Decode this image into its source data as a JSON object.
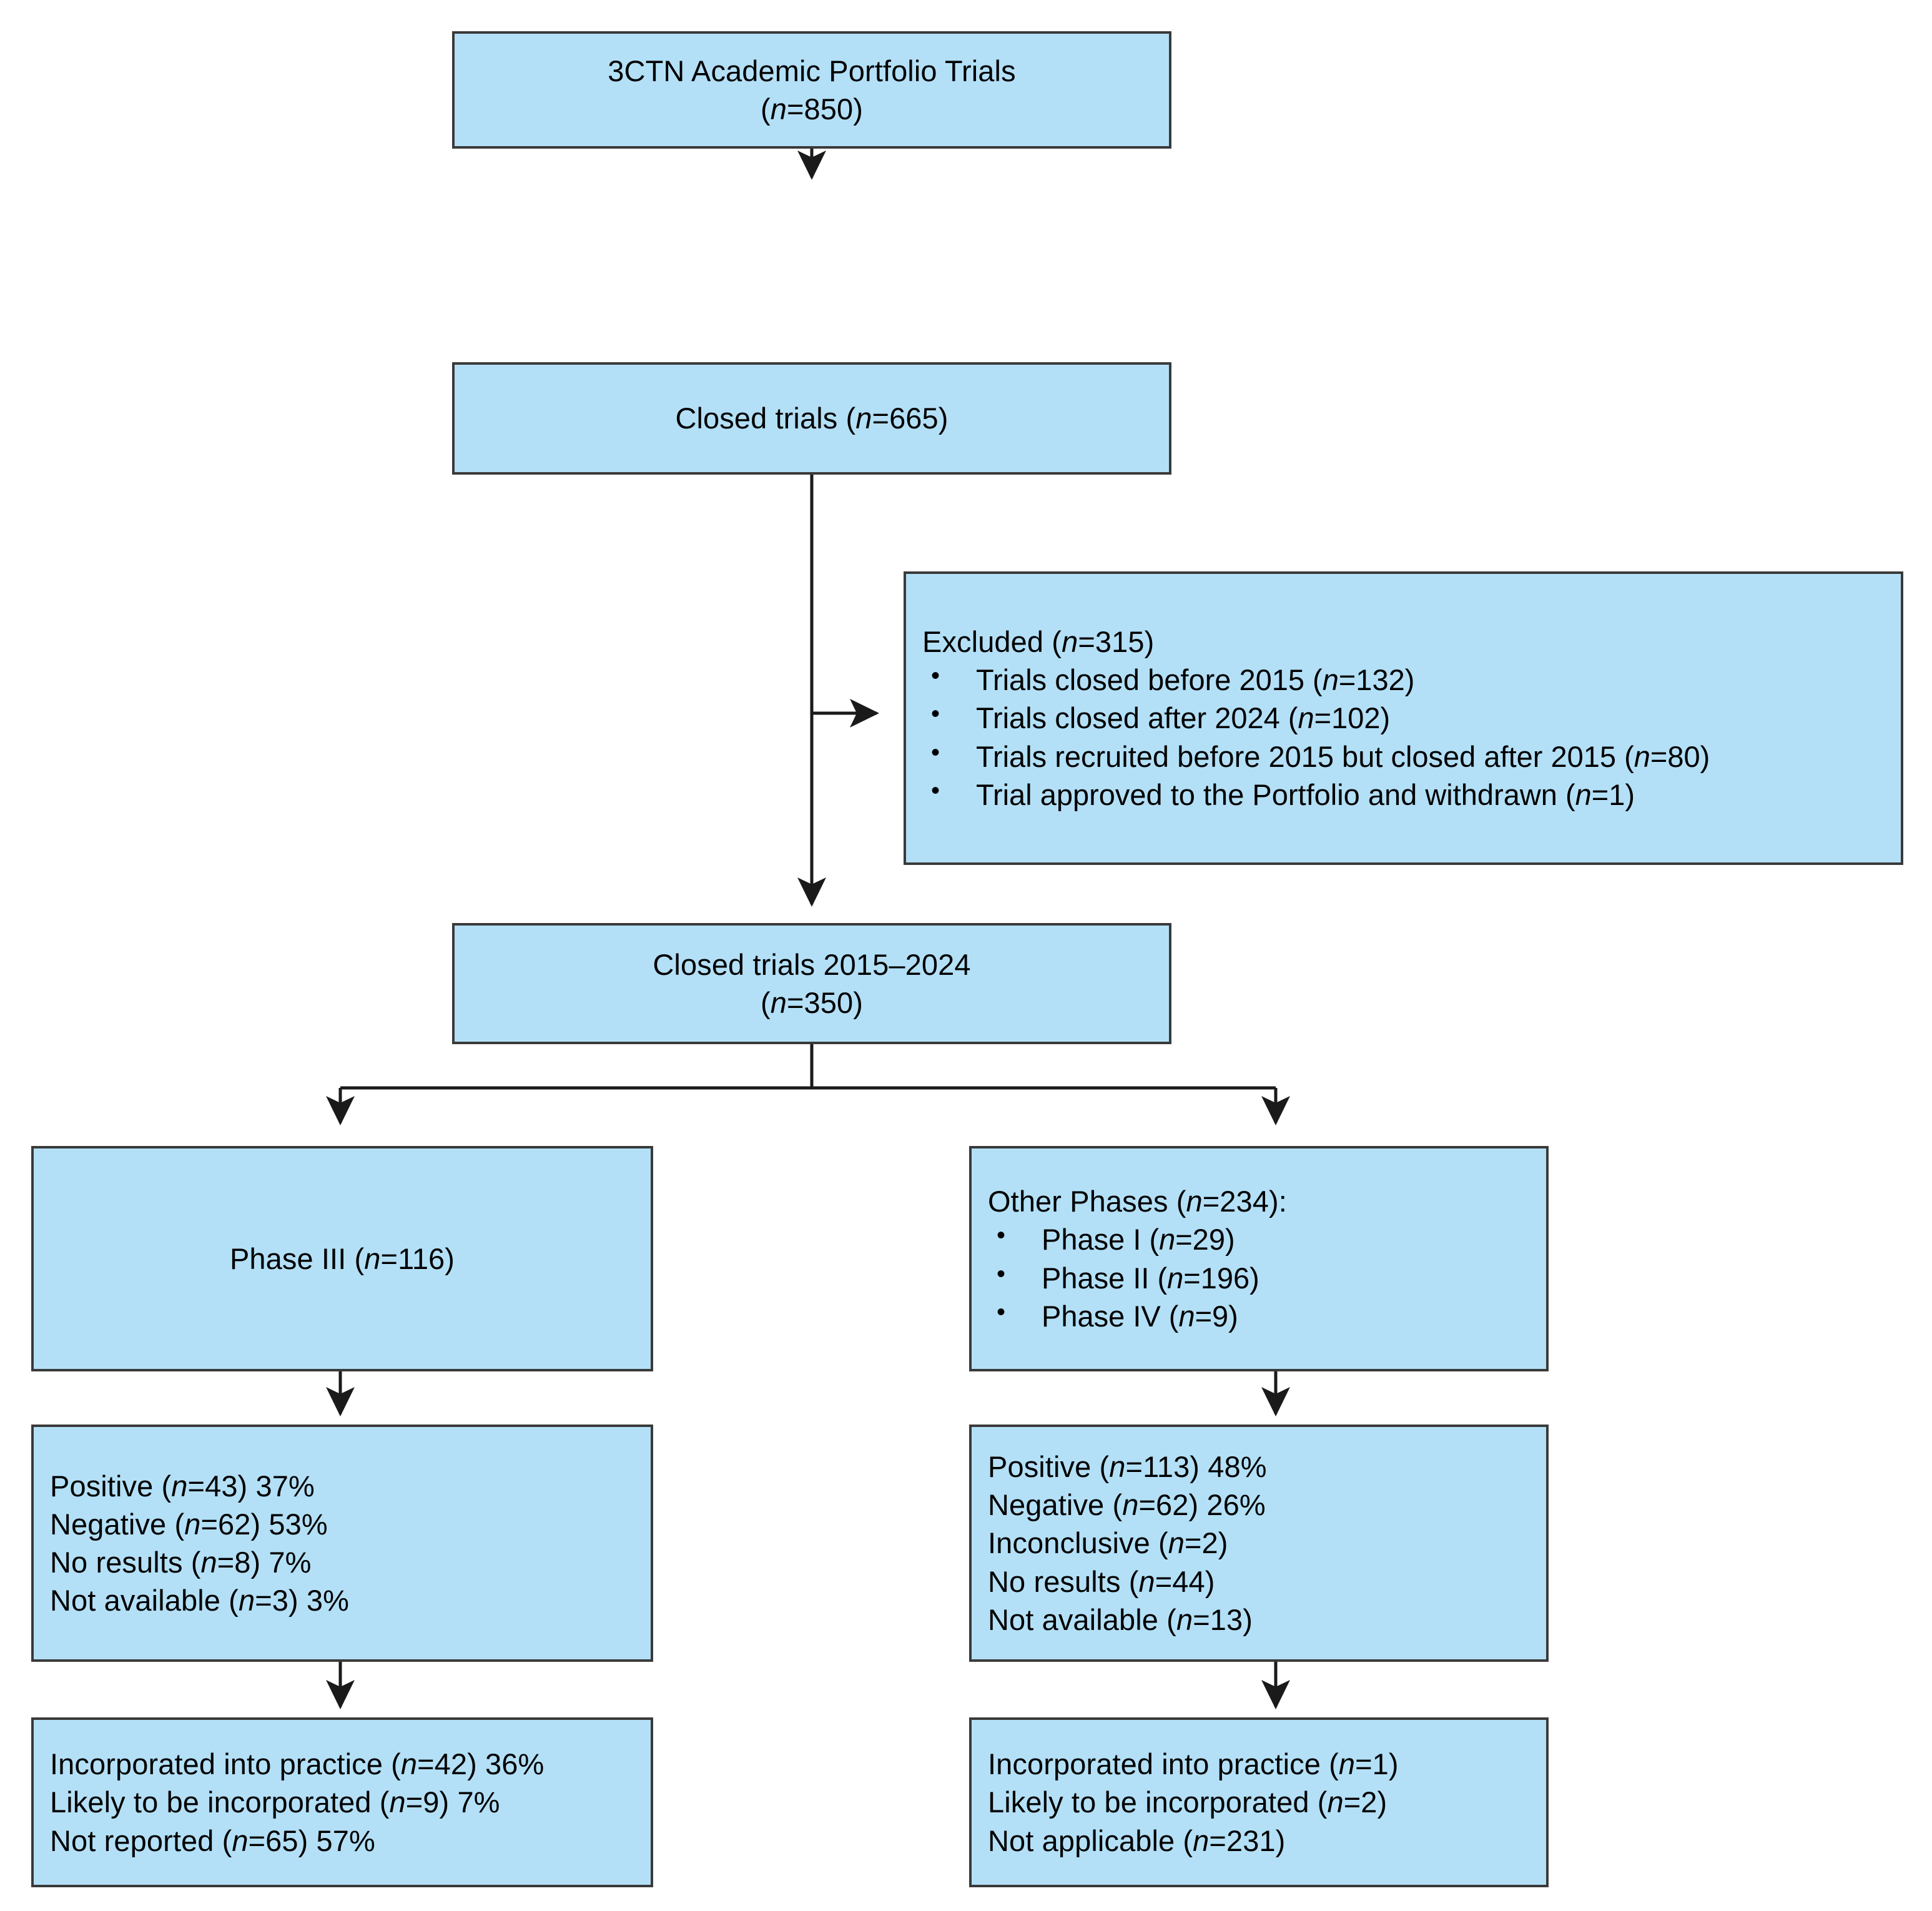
{
  "figure": {
    "type": "flow-diagram",
    "title": "3CTN Academic Portfolio Trials flow diagram",
    "box_fill_color": "#b3e0f7",
    "box_border_color": "#3a3a3a",
    "background_color": "#ffffff",
    "connector_color": "#1a1a1a"
  },
  "nodes": {
    "portfolio_trials": {
      "line1": "3CTN Academic Portfolio Trials",
      "line2_prefix": "(",
      "line2_italic": "n",
      "line2_suffix": "=850)"
    },
    "closed_trials": {
      "prefix": "Closed trials (",
      "italic": "n",
      "suffix": "=665)"
    },
    "excluded": {
      "heading_prefix": "Excluded (",
      "heading_italic": "n",
      "heading_suffix": "=315)",
      "bullets": [
        {
          "prefix": "Trials closed before 2015 (",
          "italic": "n",
          "suffix": "=132)"
        },
        {
          "prefix": "Trials closed after 2024 (",
          "italic": "n",
          "suffix": "=102)"
        },
        {
          "prefix": "Trials recruited before 2015 but closed after 2015 (",
          "italic": "n",
          "suffix": "=80)"
        },
        {
          "prefix": "Trial approved to the Portfolio and withdrawn (",
          "italic": "n",
          "suffix": "=1)"
        }
      ]
    },
    "closed_trials_window": {
      "line1": "Closed trials 2015–2024",
      "line2_prefix": "(",
      "line2_italic": "n",
      "line2_suffix": "=350)"
    },
    "phase_iii": {
      "prefix": "Phase III (",
      "italic": "n",
      "suffix": "=116)"
    },
    "other_phases": {
      "heading_prefix": "Other Phases (",
      "heading_italic": "n",
      "heading_suffix": "=234):",
      "bullets": [
        {
          "prefix": "Phase I (",
          "italic": "n",
          "suffix": "=29)"
        },
        {
          "prefix": "Phase II (",
          "italic": "n",
          "suffix": "=196)"
        },
        {
          "prefix": "Phase IV (",
          "italic": "n",
          "suffix": "=9)"
        }
      ]
    },
    "phase_iii_results": {
      "lines": [
        {
          "prefix": "Positive (",
          "italic": "n",
          "suffix": "=43) 37%"
        },
        {
          "prefix": "Negative (",
          "italic": "n",
          "suffix": "=62) 53%"
        },
        {
          "prefix": "No results (",
          "italic": "n",
          "suffix": "=8) 7%"
        },
        {
          "prefix": "Not available (",
          "italic": "n",
          "suffix": "=3) 3%"
        }
      ]
    },
    "other_phases_results": {
      "lines": [
        {
          "prefix": "Positive (",
          "italic": "n",
          "suffix": "=113) 48%"
        },
        {
          "prefix": "Negative (",
          "italic": "n",
          "suffix": "=62) 26%"
        },
        {
          "prefix": "Inconclusive (",
          "italic": "n",
          "suffix": "=2)"
        },
        {
          "prefix": "No results (",
          "italic": "n",
          "suffix": "=44)"
        },
        {
          "prefix": "Not available (",
          "italic": "n",
          "suffix": "=13)"
        }
      ]
    },
    "phase_iii_uptake": {
      "lines": [
        {
          "prefix": "Incorporated into practice (",
          "italic": "n",
          "suffix": "=42) 36%"
        },
        {
          "prefix": "Likely to be incorporated (",
          "italic": "n",
          "suffix": "=9) 7%"
        },
        {
          "prefix": "Not reported (",
          "italic": "n",
          "suffix": "=65) 57%"
        }
      ]
    },
    "other_phases_uptake": {
      "lines": [
        {
          "prefix": "Incorporated into practice (",
          "italic": "n",
          "suffix": "=1)"
        },
        {
          "prefix": "Likely to be incorporated (",
          "italic": "n",
          "suffix": "=2)"
        },
        {
          "prefix": "Not applicable (",
          "italic": "n",
          "suffix": "=231)"
        }
      ]
    }
  },
  "chart_data": {
    "type": "flowchart",
    "title": "3CTN Academic Portfolio Trials — trial selection and outcomes flow",
    "counts": {
      "portfolio_trials_total": 850,
      "closed_trials": 665,
      "excluded_total": 315,
      "excluded_breakdown": {
        "closed_before_2015": 132,
        "closed_after_2024": 102,
        "recruited_before_2015_closed_after_2015": 80,
        "approved_and_withdrawn": 1
      },
      "closed_trials_2015_2024": 350,
      "phase_iii": 116,
      "other_phases_total": 234,
      "other_phases_breakdown": {
        "phase_i": 29,
        "phase_ii": 196,
        "phase_iv": 9
      },
      "phase_iii_results": {
        "positive": {
          "n": 43,
          "pct": 37
        },
        "negative": {
          "n": 62,
          "pct": 53
        },
        "no_results": {
          "n": 8,
          "pct": 7
        },
        "not_available": {
          "n": 3,
          "pct": 3
        }
      },
      "other_phases_results": {
        "positive": {
          "n": 113,
          "pct": 48
        },
        "negative": {
          "n": 62,
          "pct": 26
        },
        "inconclusive": {
          "n": 2
        },
        "no_results": {
          "n": 44
        },
        "not_available": {
          "n": 13
        }
      },
      "phase_iii_uptake": {
        "incorporated_into_practice": {
          "n": 42,
          "pct": 36
        },
        "likely_to_be_incorporated": {
          "n": 9,
          "pct": 7
        },
        "not_reported": {
          "n": 65,
          "pct": 57
        }
      },
      "other_phases_uptake": {
        "incorporated_into_practice": {
          "n": 1
        },
        "likely_to_be_incorporated": {
          "n": 2
        },
        "not_applicable": {
          "n": 231
        }
      }
    }
  }
}
